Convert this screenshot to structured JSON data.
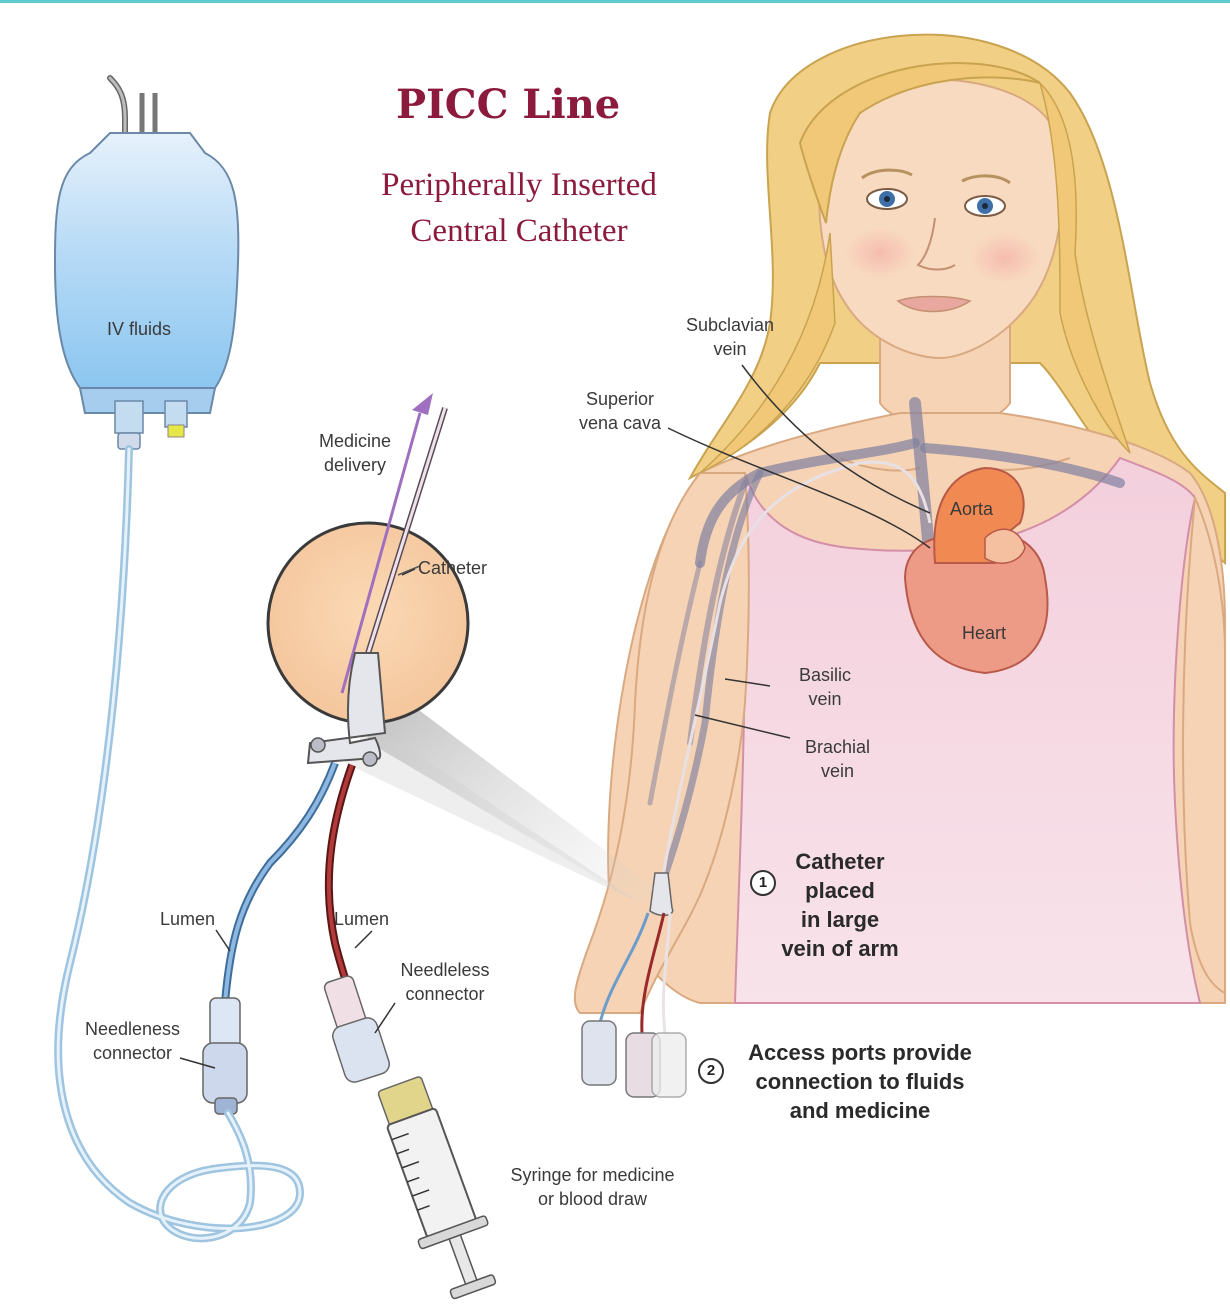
{
  "title": "PICC Line",
  "subtitle": {
    "line1": "Peripherally Inserted",
    "line2": "Central Catheter"
  },
  "labels": {
    "iv_fluids": "IV fluids",
    "medicine_delivery_1": "Medicine",
    "medicine_delivery_2": "delivery",
    "catheter": "Catheter",
    "subclavian_1": "Subclavian",
    "subclavian_2": "vein",
    "svc_1": "Superior",
    "svc_2": "vena cava",
    "aorta": "Aorta",
    "heart": "Heart",
    "basilic_1": "Basilic",
    "basilic_2": "vein",
    "brachial_1": "Brachial",
    "brachial_2": "vein",
    "lumen_left": "Lumen",
    "lumen_right": "Lumen",
    "needleless_right_1": "Needleless",
    "needleless_right_2": "connector",
    "needleness_left_1": "Needleness",
    "needleness_left_2": "connector",
    "syringe_1": "Syringe for medicine",
    "syringe_2": "or blood draw"
  },
  "steps": [
    {
      "number": "1",
      "lines": [
        "Catheter",
        "placed",
        "in large",
        "vein of arm"
      ]
    },
    {
      "number": "2",
      "lines": [
        "Access ports provide",
        "connection to fluids",
        "and medicine"
      ]
    }
  ],
  "colors": {
    "title": "#8b1a3c",
    "frame": "#5ec9cf",
    "iv_fluid": "#9fd2f5",
    "blue_lumen": "#6a9ccc",
    "red_lumen": "#9a2a2a",
    "skin": "#f6d3b4",
    "shirt": "#f1c4d2",
    "hair": "#f1cf85",
    "heart": "#e98a72",
    "vein": "#8080a0"
  }
}
